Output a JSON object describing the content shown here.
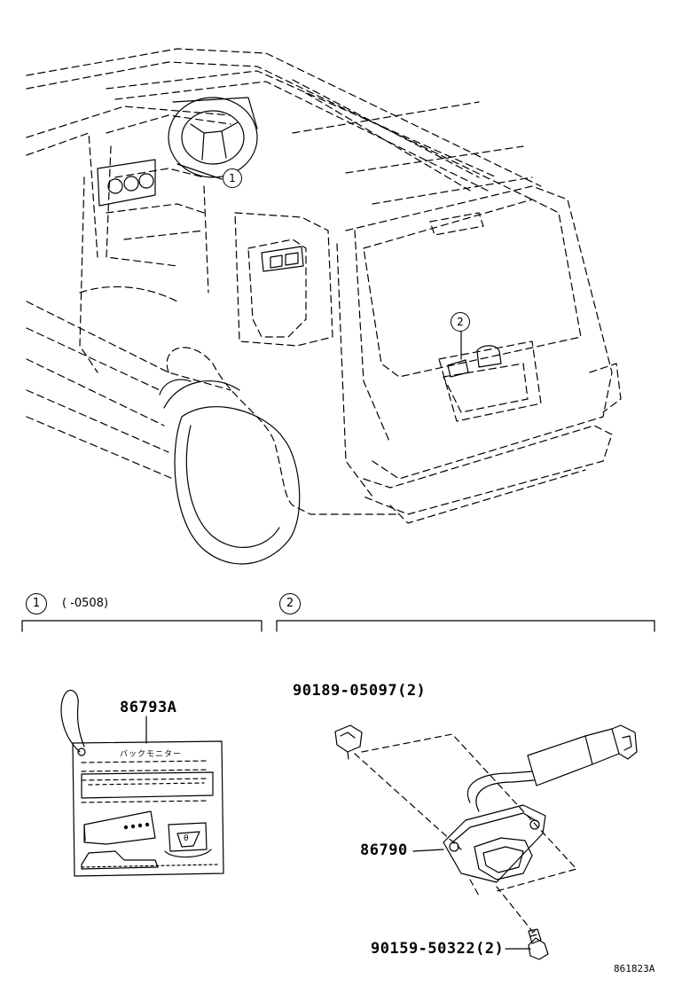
{
  "callouts": {
    "one": "1",
    "two": "2"
  },
  "sections": [
    {
      "number": "1",
      "note": "(      -0508)"
    },
    {
      "number": "2",
      "note": ""
    }
  ],
  "parts": {
    "label_tag": "86793A",
    "clip": "90189-05097(2)",
    "camera": "86790",
    "screw": "90159-50322(2)"
  },
  "tag_text": {
    "header": "バックモニター"
  },
  "drawing_id": "861823A",
  "colors": {
    "line": "#000000",
    "background": "#ffffff"
  }
}
